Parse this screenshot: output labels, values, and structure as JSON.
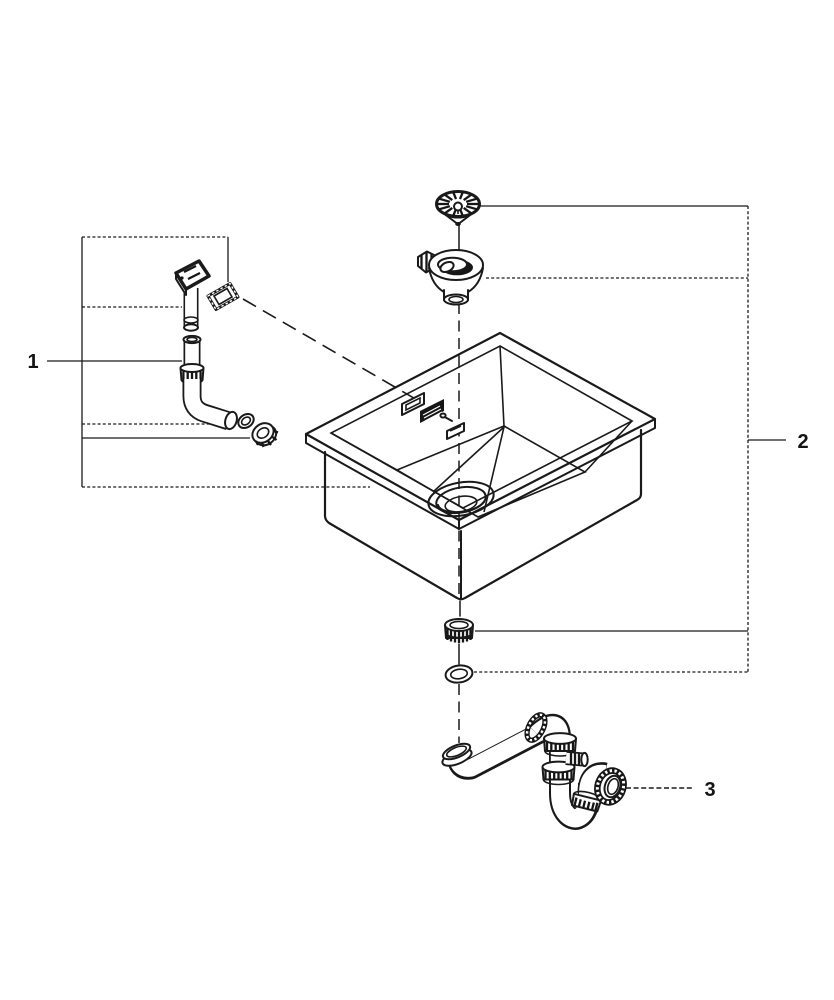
{
  "figure": {
    "type": "exploded-parts-diagram",
    "background_color": "#ffffff",
    "line_color": "#1a1a1a",
    "dark_fill_color": "#161616"
  },
  "callouts": [
    {
      "text": "1",
      "part": "overflow-assembly"
    },
    {
      "text": "2",
      "part": "strainer-and-seal-set"
    },
    {
      "text": "3",
      "part": "trap-assembly"
    }
  ],
  "parts": [
    "basket-strainer-cap",
    "strainer-flange",
    "sink-bowl",
    "overflow-cover-plate",
    "overflow-gasket-frame",
    "overflow-pipe",
    "overflow-elbow",
    "overflow-washer",
    "overflow-nut",
    "drain-locknut",
    "o-ring-seal",
    "tubular-trap"
  ]
}
